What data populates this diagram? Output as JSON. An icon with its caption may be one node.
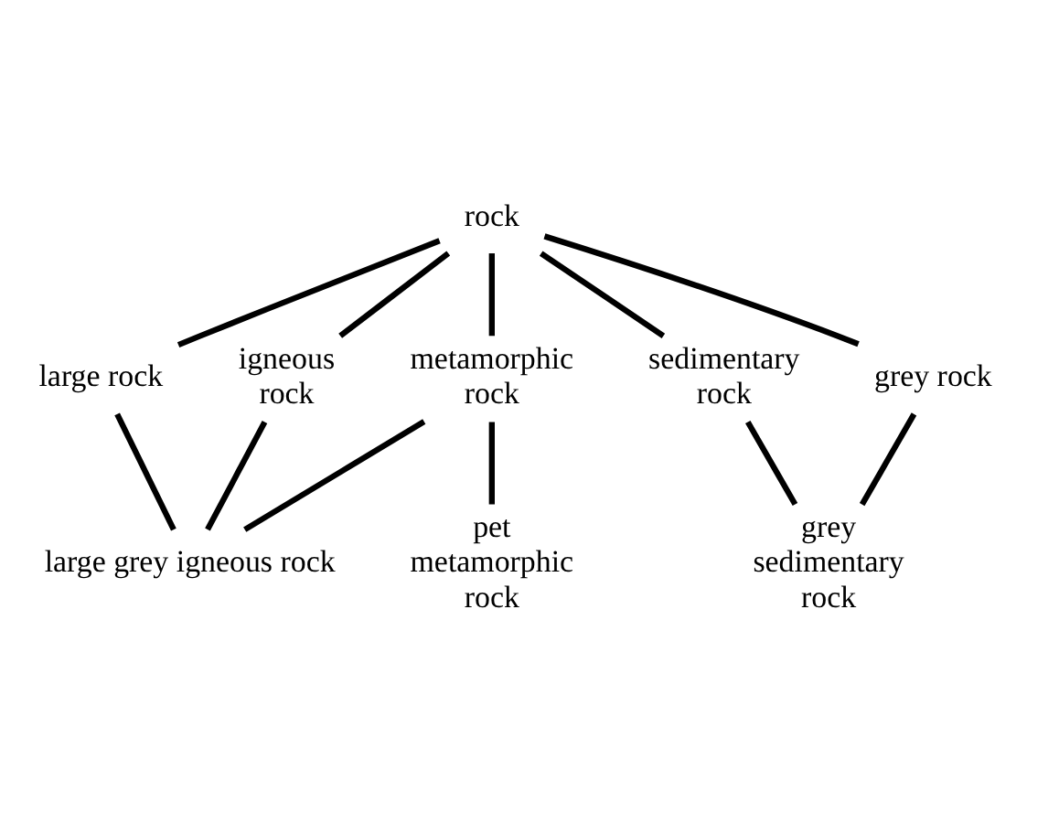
{
  "diagram": {
    "nodes": [
      {
        "text": [
          "rock"
        ]
      },
      {
        "text": [
          "igneous rock"
        ]
      },
      {
        "text": [
          "large rock"
        ]
      },
      {
        "text": [
          "sedimentary rock"
        ]
      },
      {
        "text": [
          "grey rock"
        ]
      },
      {
        "text": [
          "metamorphic rock"
        ]
      },
      {
        "text": [
          "grey sedimentary rock"
        ]
      },
      {
        "text": [
          "large grey igneous rock"
        ]
      },
      {
        "text": [
          "pet metamorphic rock"
        ]
      }
    ],
    "edges": [
      {
        "from": 0,
        "to": 1,
        "arrow": "none"
      },
      {
        "from": 0,
        "to": 2,
        "arrow": "none"
      },
      {
        "from": 0,
        "to": 3,
        "arrow": "none"
      },
      {
        "from": 0,
        "to": 4,
        "arrow": "none"
      },
      {
        "from": 0,
        "to": 5,
        "arrow": "none"
      },
      {
        "from": 3,
        "to": 6,
        "arrow": "none"
      },
      {
        "from": 4,
        "to": 6,
        "arrow": "none"
      },
      {
        "from": 1,
        "to": 7,
        "arrow": "none"
      },
      {
        "from": 2,
        "to": 7,
        "arrow": "none"
      },
      {
        "from": 5,
        "to": 7,
        "arrow": "none"
      },
      {
        "from": 5,
        "to": 8,
        "arrow": "none"
      }
    ]
  }
}
